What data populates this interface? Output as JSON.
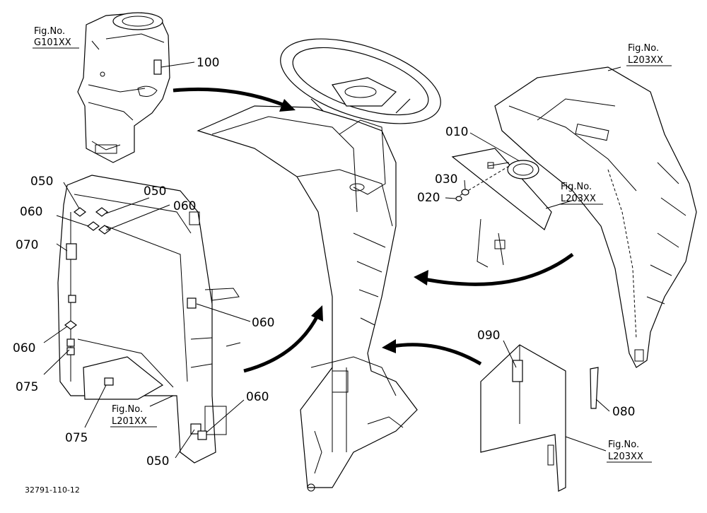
{
  "figure_refs": {
    "g101": {
      "line1": "Fig.No.",
      "line2": "G101XX"
    },
    "l203_top": {
      "line1": "Fig.No.",
      "line2": "L203XX"
    },
    "l203_mid": {
      "line1": "Fig.No.",
      "line2": "L203XX"
    },
    "l201": {
      "line1": "Fig.No.",
      "line2": "L201XX"
    },
    "l203_bottom": {
      "line1": "Fig.No.",
      "line2": "L203XX"
    }
  },
  "part_labels": {
    "p100": "100",
    "p010": "010",
    "p030": "030",
    "p020": "020",
    "p050_a": "050",
    "p050_b": "050",
    "p050_c": "050",
    "p060_a": "060",
    "p060_b": "060",
    "p060_c": "060",
    "p060_d": "060",
    "p060_e": "060",
    "p070": "070",
    "p075_a": "075",
    "p075_b": "075",
    "p090": "090",
    "p080": "080"
  },
  "document_number": "32791-110-12"
}
